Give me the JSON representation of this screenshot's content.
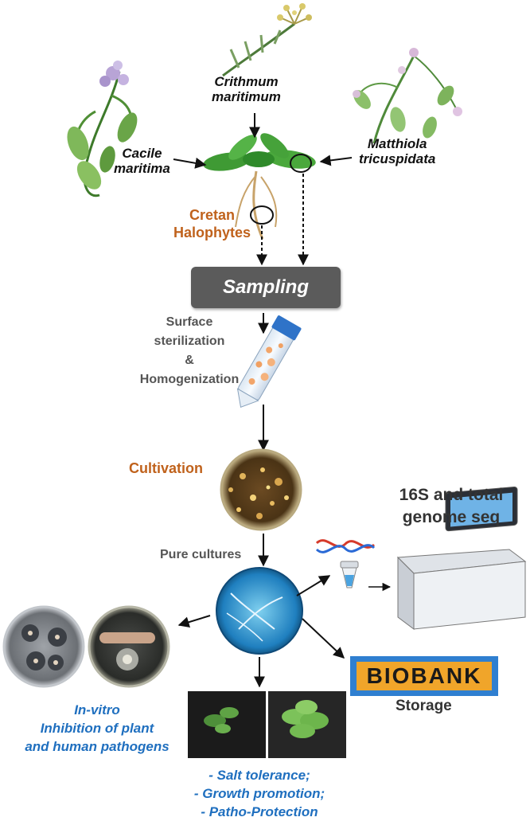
{
  "labels": {
    "crithmum": [
      "Crithmum",
      "maritimum"
    ],
    "cacile": [
      "Cacile",
      "maritima"
    ],
    "matthiola": [
      "Matthiola",
      "tricuspidata"
    ],
    "halophytes": [
      "Cretan",
      "Halophytes"
    ],
    "sampling": "Sampling",
    "sterilization": [
      "Surface",
      "sterilization",
      "&",
      "Homogenization"
    ],
    "cultivation": "Cultivation",
    "pure_cultures": "Pure cultures",
    "sequencing": [
      "16S and total",
      "genome seq"
    ],
    "biobank": "BIOBANK",
    "storage": "Storage",
    "invitro": [
      "In-vitro",
      "Inhibition of plant",
      "and human pathogens"
    ],
    "plant_assays": [
      "- Salt tolerance;",
      "- Growth promotion;",
      "- Patho-Protection"
    ]
  },
  "colors": {
    "orange_label": "#c0621c",
    "blue_label": "#1f6fbf",
    "sampling_box": "#5b5b5b",
    "biobank_bg": "#f0a52a",
    "biobank_frame": "#2f7fd0"
  }
}
